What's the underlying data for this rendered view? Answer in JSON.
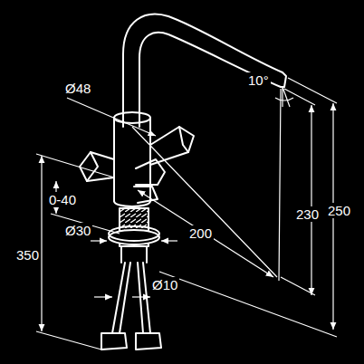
{
  "diagram": {
    "labels": [
      "Ø48",
      "10°",
      "0-40",
      "Ø30",
      "200",
      "350",
      "250",
      "230",
      "Ø10"
    ]
  }
}
